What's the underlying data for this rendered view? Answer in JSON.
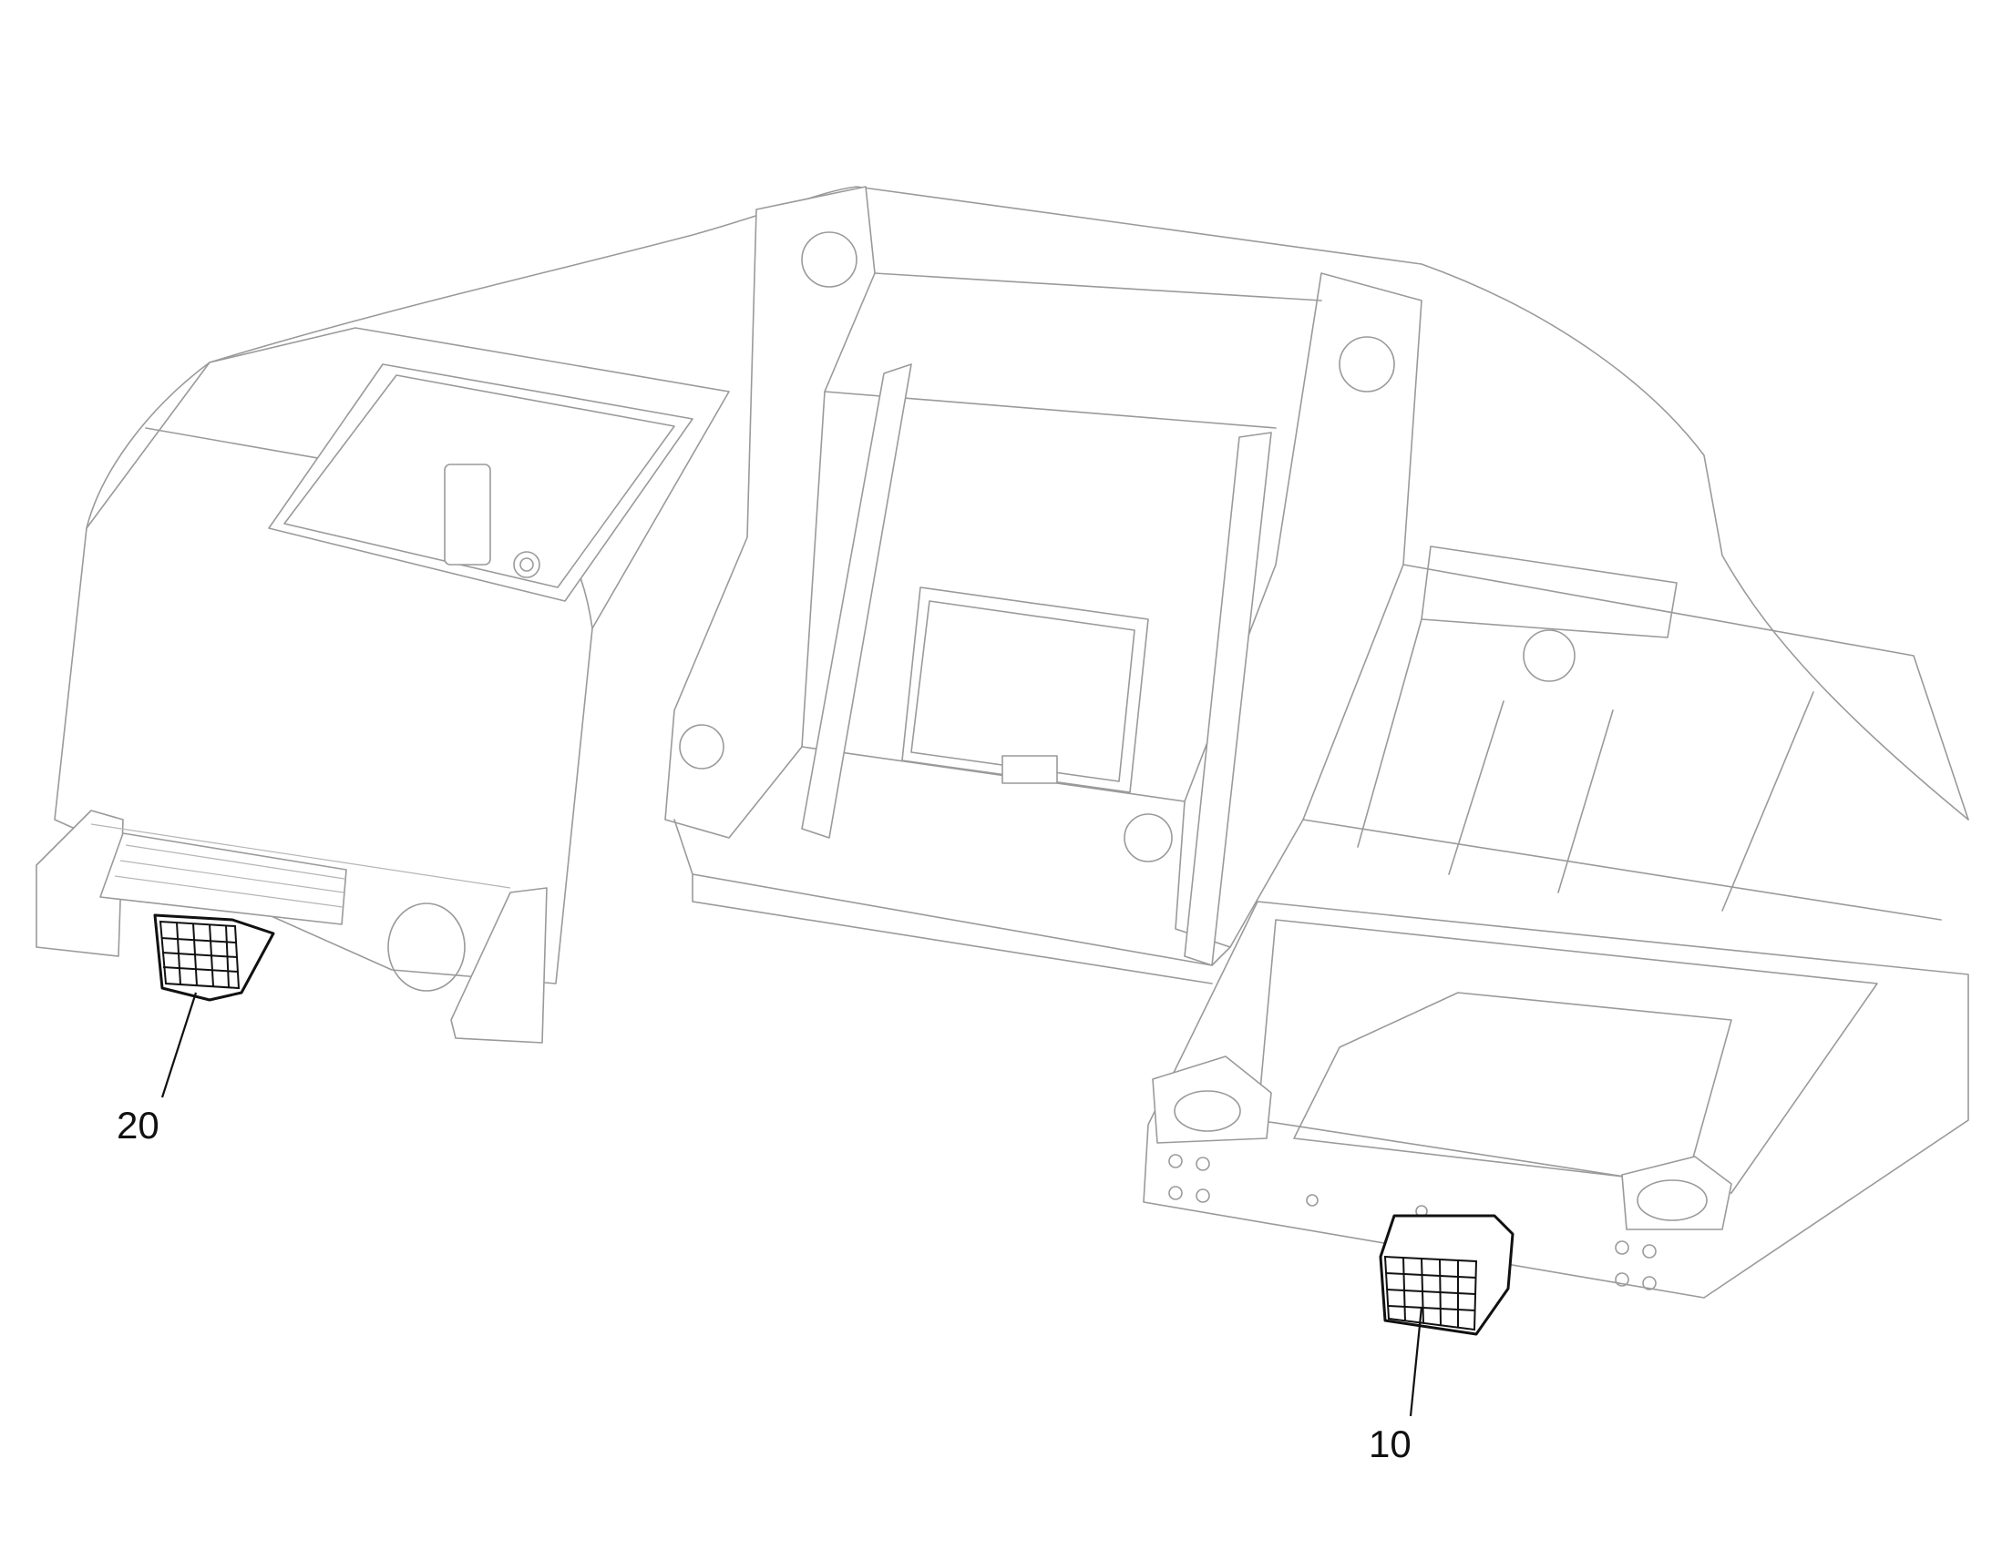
{
  "callouts": [
    {
      "id": "step-front-right",
      "label": "10"
    },
    {
      "id": "step-rear-left",
      "label": "20"
    }
  ],
  "colors": {
    "background": "#ffffff",
    "ghost_line": "#9a9a9a",
    "highlight_line": "#111111"
  }
}
